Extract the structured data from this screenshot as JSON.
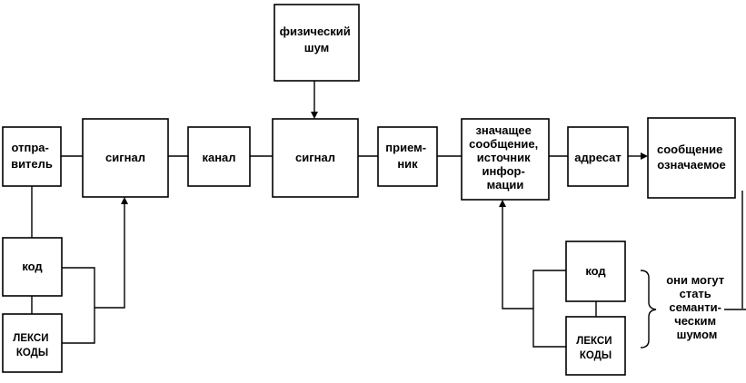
{
  "diagram": {
    "physical_noise": [
      "физический",
      "шум"
    ],
    "sender": [
      "отпра-",
      "витель"
    ],
    "signal_left": [
      "сигнал"
    ],
    "channel": [
      "канал"
    ],
    "signal_right": [
      "сигнал"
    ],
    "receiver": [
      "прием-",
      "ник"
    ],
    "meaningful_message": [
      "значащее",
      "сообщение,",
      "источник",
      "инфор-",
      "мации"
    ],
    "addressee": [
      "адресат"
    ],
    "signified_message": [
      "сообщение",
      "означаемое"
    ],
    "code_left": [
      "код"
    ],
    "lexicodes_left": [
      "ЛЕКСИ",
      "КОДЫ"
    ],
    "code_right": [
      "код"
    ],
    "lexicodes_right": [
      "ЛЕКСИ",
      "КОДЫ"
    ],
    "semantic_noise_note": [
      "они могут",
      "стать",
      "семанти-",
      "ческим",
      "шумом"
    ]
  }
}
